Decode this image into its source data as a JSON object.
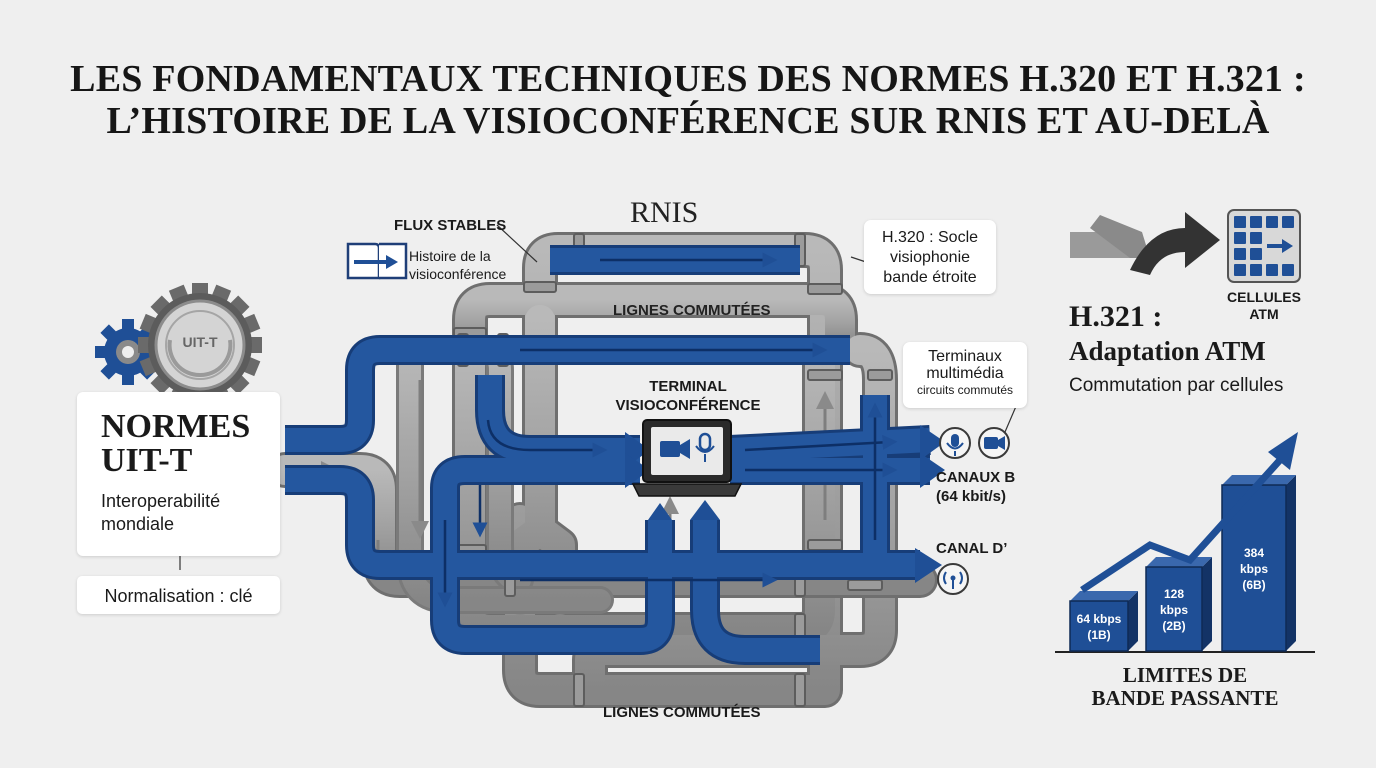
{
  "title": {
    "line1": "LES FONDAMENTAUX TECHNIQUES DES NORMES H.320 ET H.321 :",
    "line2": "L’HISTOIRE DE LA VISIOCONFÉRENCE SUR RNIS ET AU-DELÀ"
  },
  "left": {
    "badge": "UIT-T",
    "heading1": "NORMES",
    "heading2": "UIT-T",
    "desc1": "Interoperabilité",
    "desc2": "mondiale",
    "note": "Normalisation : clé"
  },
  "center": {
    "network": "RNIS",
    "flux_title": "FLUX STABLES",
    "flux_desc1": "Histoire de la",
    "flux_desc2": "visioconférence",
    "h320_1": "H.320 : Socle",
    "h320_2": "visiophonie",
    "h320_3": "bande étroite",
    "lines_top": "LIGNES COMMUTÉES",
    "lines_bottom": "LIGNES COMMUTÉES",
    "terminal1": "TERMINAL",
    "terminal2": "VISIOCONFÉRENCE",
    "term_multi1": "Terminaux",
    "term_multi2": "multimédia",
    "term_multi3": "circuits commutés",
    "canaux_b1": "CANAUX B",
    "canaux_b2": "(64 kbit/s)",
    "canal_d": "CANAL D’"
  },
  "right": {
    "cells1": "CELLULES",
    "cells2": "ATM",
    "h321_title": "H.321 :",
    "h321_sub": "Adaptation ATM",
    "h321_desc": "Commutation par cellules",
    "limits1": "LIMITES DE",
    "limits2": "BANDE PASSANTE"
  },
  "chart_data": {
    "type": "bar",
    "categories": [
      "1B",
      "2B",
      "6B"
    ],
    "bar_labels": [
      [
        "64 kbps",
        "(1B)"
      ],
      [
        "128",
        "kbps",
        "(2B)"
      ],
      [
        "384",
        "kbps",
        "(6B)"
      ]
    ],
    "values": [
      64,
      128,
      384
    ],
    "title": "LIMITES DE BANDE PASSANTE"
  },
  "colors": {
    "blue": "#1f4f96",
    "dark_blue": "#173d78",
    "gray_pipe": "#9a9a9a",
    "gray_dark": "#5a5a5a",
    "background": "#efefef"
  }
}
